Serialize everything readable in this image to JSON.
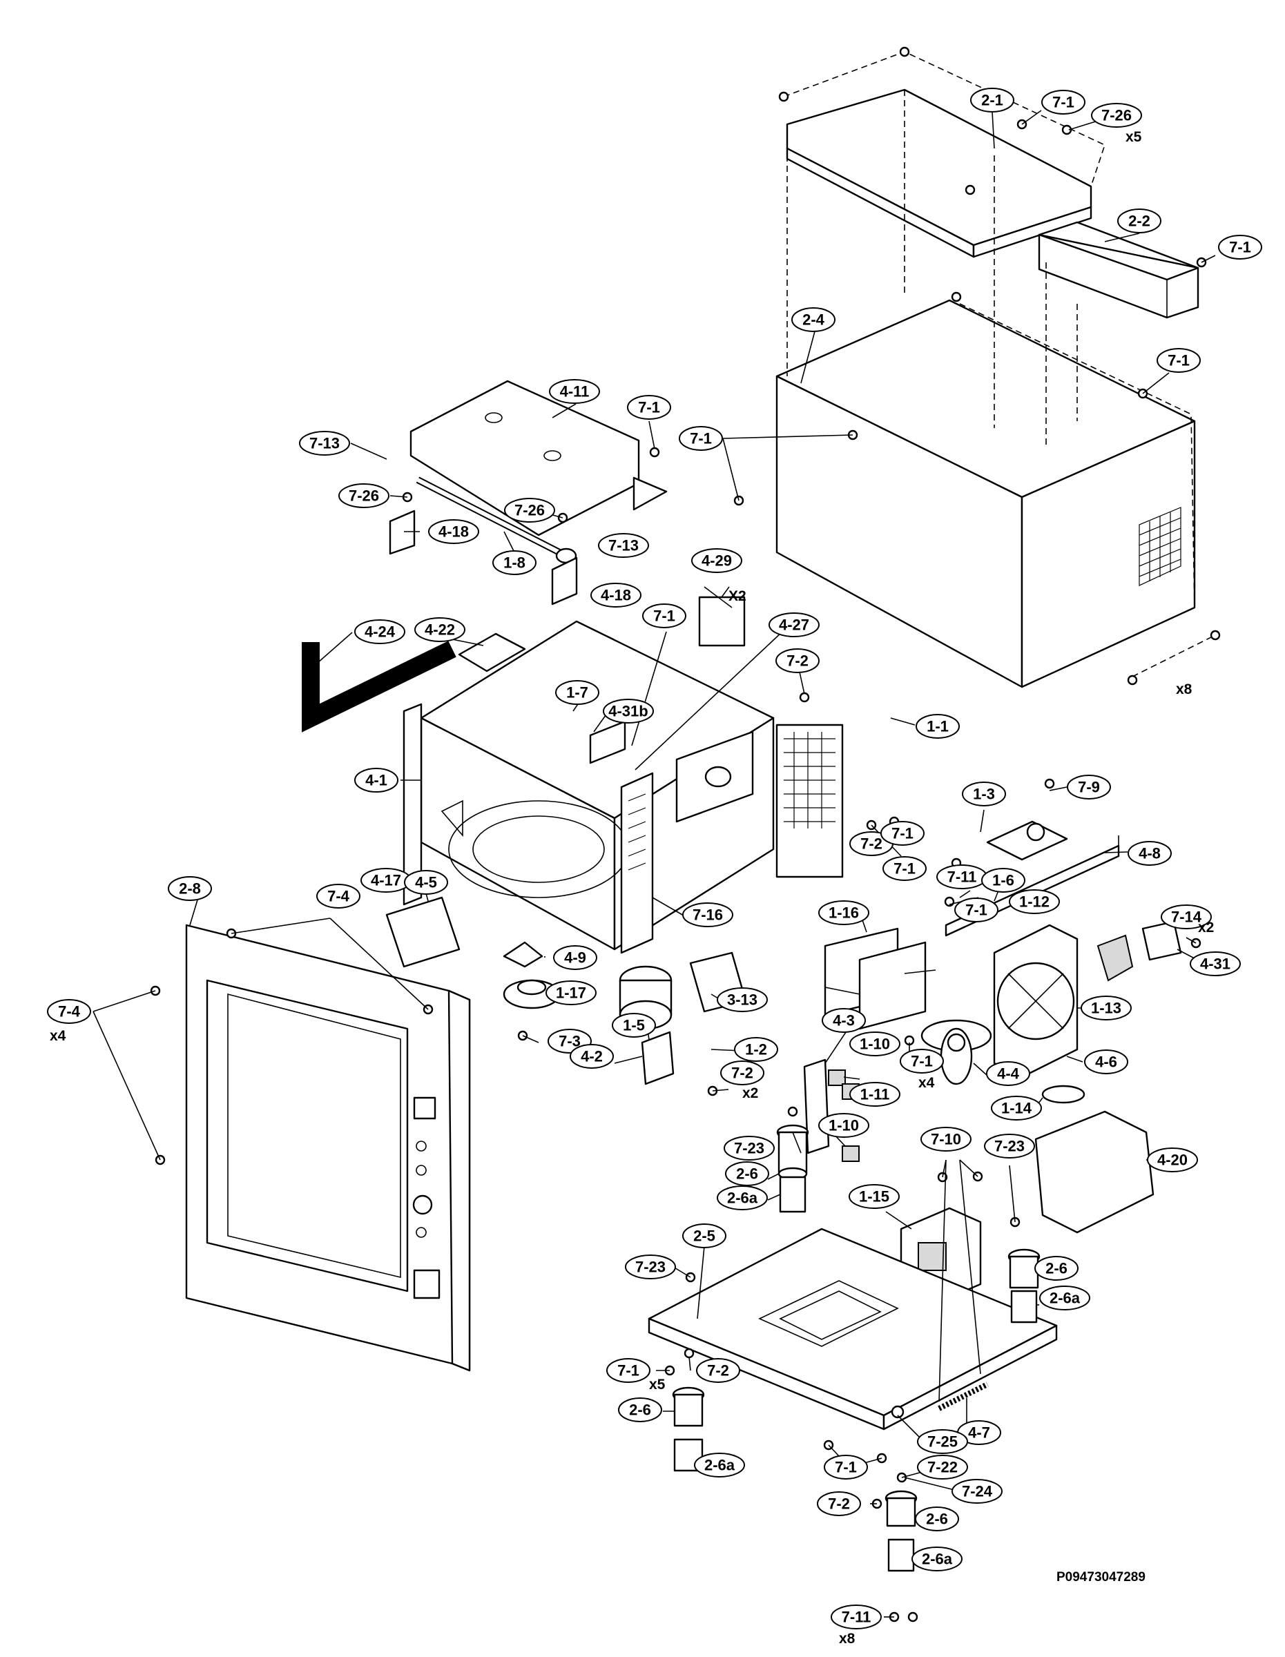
{
  "drawing_code": "P09473047289",
  "callouts": [
    {
      "id": "c1",
      "label": "2-1"
    },
    {
      "id": "c2",
      "label": "7-1"
    },
    {
      "id": "c3",
      "label": "7-26"
    },
    {
      "id": "c4",
      "label": "2-2"
    },
    {
      "id": "c5",
      "label": "7-1"
    },
    {
      "id": "c6",
      "label": "2-4"
    },
    {
      "id": "c7",
      "label": "7-1"
    },
    {
      "id": "c8",
      "label": "4-11"
    },
    {
      "id": "c9",
      "label": "7-1"
    },
    {
      "id": "c10",
      "label": "7-1"
    },
    {
      "id": "c11",
      "label": "7-13"
    },
    {
      "id": "c12",
      "label": "7-26"
    },
    {
      "id": "c13",
      "label": "7-26"
    },
    {
      "id": "c14",
      "label": "4-18"
    },
    {
      "id": "c15",
      "label": "7-13"
    },
    {
      "id": "c16",
      "label": "1-8"
    },
    {
      "id": "c17",
      "label": "4-18"
    },
    {
      "id": "c18",
      "label": "4-29"
    },
    {
      "id": "c19",
      "label": "4-22"
    },
    {
      "id": "c20",
      "label": "4-24"
    },
    {
      "id": "c21",
      "label": "7-1"
    },
    {
      "id": "c22",
      "label": "4-27"
    },
    {
      "id": "c23",
      "label": "1-7"
    },
    {
      "id": "c24",
      "label": "4-31b"
    },
    {
      "id": "c25",
      "label": "7-2"
    },
    {
      "id": "c26",
      "label": "1-1"
    },
    {
      "id": "c27",
      "label": "7-1"
    },
    {
      "id": "c28",
      "label": "4-1"
    },
    {
      "id": "c29",
      "label": "1-3"
    },
    {
      "id": "c30",
      "label": "7-9"
    },
    {
      "id": "c31",
      "label": "7-2"
    },
    {
      "id": "c32",
      "label": "7-1"
    },
    {
      "id": "c33",
      "label": "7-11"
    },
    {
      "id": "c34",
      "label": "1-6"
    },
    {
      "id": "c35",
      "label": "1-12"
    },
    {
      "id": "c36",
      "label": "4-8"
    },
    {
      "id": "c37",
      "label": "4-17"
    },
    {
      "id": "c38",
      "label": "4-5"
    },
    {
      "id": "c39",
      "label": "7-1"
    },
    {
      "id": "c40",
      "label": "2-8"
    },
    {
      "id": "c41",
      "label": "7-16"
    },
    {
      "id": "c42",
      "label": "1-16"
    },
    {
      "id": "c43",
      "label": "7-14"
    },
    {
      "id": "c44",
      "label": "4-31"
    },
    {
      "id": "c45",
      "label": "7-4"
    },
    {
      "id": "c46",
      "label": "4-9"
    },
    {
      "id": "c47",
      "label": "7-4"
    },
    {
      "id": "c48",
      "label": "1-17"
    },
    {
      "id": "c49",
      "label": "3-13"
    },
    {
      "id": "c50",
      "label": "1-13"
    },
    {
      "id": "c51",
      "label": "7-3"
    },
    {
      "id": "c52",
      "label": "1-5"
    },
    {
      "id": "c53",
      "label": "4-3"
    },
    {
      "id": "c54",
      "label": "1-2"
    },
    {
      "id": "c55",
      "label": "4-2"
    },
    {
      "id": "c56",
      "label": "1-10"
    },
    {
      "id": "c57",
      "label": "7-2"
    },
    {
      "id": "c58",
      "label": "7-1"
    },
    {
      "id": "c59",
      "label": "4-4"
    },
    {
      "id": "c60",
      "label": "4-6"
    },
    {
      "id": "c61",
      "label": "1-11"
    },
    {
      "id": "c62",
      "label": "1-14"
    },
    {
      "id": "c63",
      "label": "1-10"
    },
    {
      "id": "c64",
      "label": "7-10"
    },
    {
      "id": "c65",
      "label": "7-23"
    },
    {
      "id": "c66",
      "label": "4-20"
    },
    {
      "id": "c67",
      "label": "2-6"
    },
    {
      "id": "c68",
      "label": "7-23"
    },
    {
      "id": "c69",
      "label": "2-6a"
    },
    {
      "id": "c70",
      "label": "1-15"
    },
    {
      "id": "c71",
      "label": "2-5"
    },
    {
      "id": "c72",
      "label": "7-23"
    },
    {
      "id": "c73",
      "label": "2-6"
    },
    {
      "id": "c74",
      "label": "2-6a"
    },
    {
      "id": "c75",
      "label": "7-1"
    },
    {
      "id": "c76",
      "label": "7-2"
    },
    {
      "id": "c77",
      "label": "2-6"
    },
    {
      "id": "c78",
      "label": "4-7"
    },
    {
      "id": "c79",
      "label": "2-6a"
    },
    {
      "id": "c80",
      "label": "7-25"
    },
    {
      "id": "c81",
      "label": "7-22"
    },
    {
      "id": "c82",
      "label": "7-1"
    },
    {
      "id": "c83",
      "label": "7-24"
    },
    {
      "id": "c84",
      "label": "7-2"
    },
    {
      "id": "c85",
      "label": "2-6"
    },
    {
      "id": "c86",
      "label": "2-6a"
    },
    {
      "id": "c87",
      "label": "7-11"
    }
  ],
  "quantities": [
    {
      "id": "q1",
      "text": "x5"
    },
    {
      "id": "q2",
      "text": "X2"
    },
    {
      "id": "q3",
      "text": "x8"
    },
    {
      "id": "q4",
      "text": "x2"
    },
    {
      "id": "q5",
      "text": "x4"
    },
    {
      "id": "q6",
      "text": "x4"
    },
    {
      "id": "q7",
      "text": "x2"
    },
    {
      "id": "q8",
      "text": "x5"
    },
    {
      "id": "q9",
      "text": "x8"
    }
  ]
}
